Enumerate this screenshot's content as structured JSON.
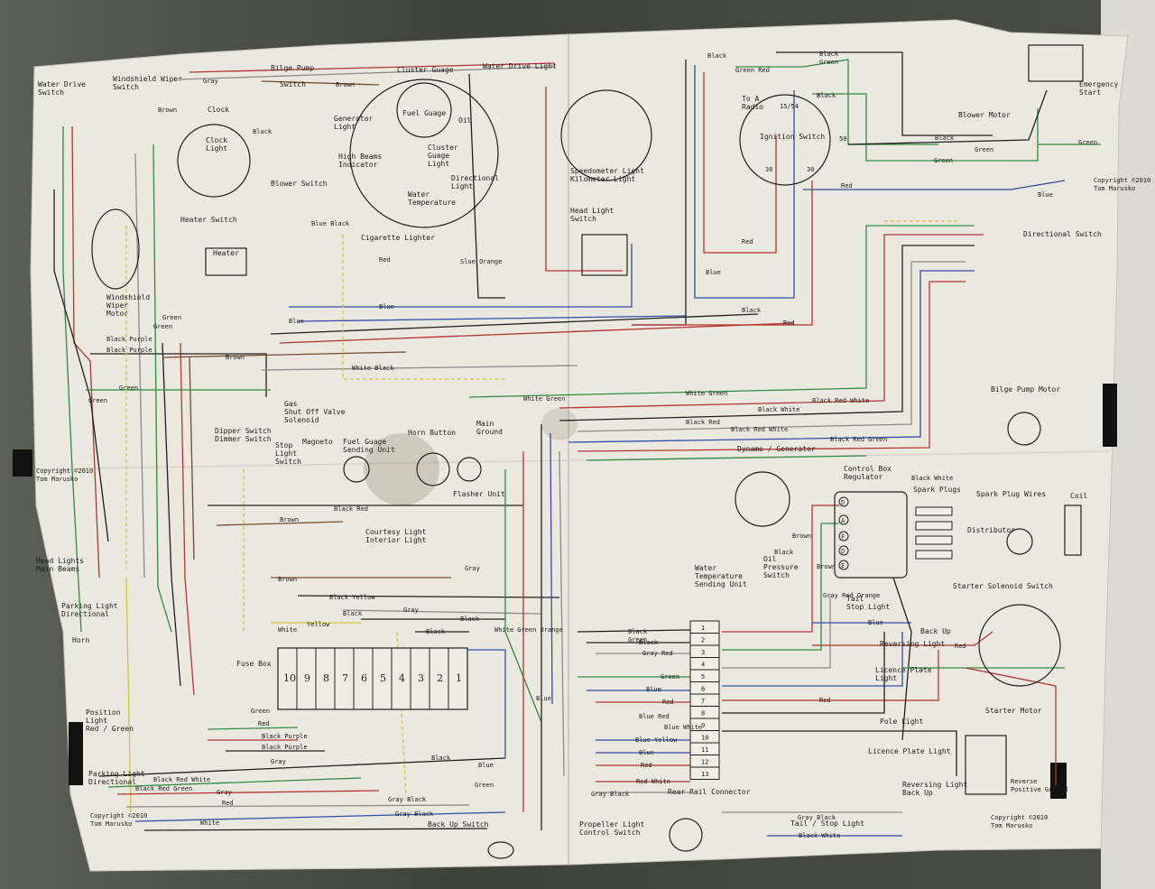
{
  "colors": {
    "red": "#b3362c",
    "green": "#2f8a3e",
    "blue": "#2f4fa8",
    "black": "#1f1f1f",
    "brown": "#7a4a2a",
    "yellow": "#d9c23a",
    "gray": "#8a8a8a",
    "paper": "#ebe8e0"
  },
  "copyright": {
    "top_right": "Copyright ©2010\nTom Marusko",
    "left": "Copyright ©2010\nTom Marusko",
    "bottom_left": "Copyright ©2010\nTom Marusko",
    "bottom_right": "Copyright ©2010\nTom Marusko"
  },
  "components": {
    "water_drive_switch": "Water Drive\nSwitch",
    "windshield_wiper_switch": "Windshield Wiper\nSwitch",
    "bilge_pump": "Bilge Pump",
    "cluster_guage": "Cluster Guage",
    "water_drive_light": "Water Drive Light",
    "clock": "Clock",
    "clock_light": "Clock\nLight",
    "generator_light": "Generator\nLight",
    "fuel_guage": "Fuel Guage",
    "oil": "Oil",
    "switch": "Switch",
    "high_beams_indicator": "High Beams\nIndicator",
    "cluster_guage_light": "Cluster\nGuage\nLight",
    "directional_light": "Directional\nLight",
    "water_temperature": "Water\nTemperature",
    "blower_switch": "Blower Switch",
    "heater_switch": "Heater Switch",
    "heater": "Heater",
    "cigarette_lighter": "Cigarette Lighter",
    "windshield_wiper_motor": "Windshield\nWiper\nMotor",
    "speedometer_light": "Speedometer Light\nKilometer Light",
    "head_light_switch": "Head Light\nSwitch",
    "to_a_radio": "To A\nRadio",
    "ignition_switch": "Ignition Switch",
    "blower_motor": "Blower Motor",
    "emergency_start": "Emergency\nStart",
    "directional_switch": "Directional Switch",
    "bilge_pump_motor": "Bilge Pump Motor",
    "gas_shut_off": "Gas\nShut Off Valve\nSolenoid",
    "magneto": "Magneto",
    "dipper_switch": "Dipper Switch\nDimmer Switch",
    "stop_light_switch": "Stop\nLight\nSwitch",
    "fuel_guage_sending": "Fuel Guage\nSending Unit",
    "horn_button": "Horn Button",
    "main_ground": "Main\nGround",
    "flasher_unit": "Flasher Unit",
    "courtesy_light": "Courtesy Light\nInterior Light",
    "dynamo_generator": "Dynamo / Generator",
    "control_box": "Control Box\nRegulator",
    "spark_plugs": "Spark Plugs",
    "spark_plug_wires": "Spark Plug Wires",
    "coil": "Coil",
    "distributor": "Distributor",
    "oil_pressure_switch": "Oil\nPressure\nSwitch",
    "water_temp_sending": "Water\nTemperature\nSending Unit",
    "starter_solenoid": "Starter Solenoid Switch",
    "tail_stop_light": "Tail\nStop Light",
    "back_up": "Back Up",
    "reversing_light": "Reversing Light",
    "licence_plate_light": "Licence Plate\nLight",
    "starter_motor": "Starter Motor",
    "pole_light": "Pole Light",
    "licence_plate_light_2": "Licence Plate Light",
    "reversing_light_back_up": "Reversing Light\nBack Up",
    "reverse_positive_ground": "Reverse\nPositive Ground",
    "head_lights_main_beams": "Head Lights\nMain Beams",
    "parking_light_directional": "Parking Light\nDirectional",
    "horn": "Horn",
    "position_light_red_green": "Position\nLight\nRed / Green",
    "parking_light_directional_2": "Parking Light\nDirectional",
    "fuse_box": "Fuse Box",
    "rear_rail_connector": "Rear Rail Connector",
    "propeller_light_switch": "Propeller Light\nControl Switch",
    "back_up_switch": "Back Up Switch",
    "tail_stop_light_bottom": "Tail / Stop Light"
  },
  "fuses": [
    "10",
    "9",
    "8",
    "7",
    "6",
    "5",
    "4",
    "3",
    "2",
    "1"
  ],
  "connector_pins": [
    "1",
    "2",
    "3",
    "4",
    "5",
    "6",
    "7",
    "8",
    "9",
    "10",
    "11",
    "12",
    "13"
  ],
  "ignition_terminals": [
    "15/54",
    "50",
    "30",
    "30"
  ],
  "control_box_terminals": [
    "D",
    "A",
    "F",
    "D",
    "E"
  ],
  "wire_labels": {
    "gray": "Gray",
    "brown": "Brown",
    "black": "Black",
    "green": "Green",
    "red": "Red",
    "blue": "Blue",
    "green_red": "Green Red",
    "black_green": "Black\nGreen",
    "white_black": "White Black",
    "white_green": "White Green",
    "black_red_white": "Black Red White",
    "black_white": "Black White",
    "black_red": "Black Red",
    "black_red_green": "Black Red Green",
    "black_purple": "Black Purple",
    "black_yellow": "Black Yellow",
    "yellow": "Yellow",
    "white": "White",
    "black_red_white_2": "Black Red White",
    "red_white": "Red White",
    "blue_yellow": "Blue Yellow",
    "gray_black": "Gray Black",
    "gray_red": "Gray Red",
    "gray_red_orange": "Gray Red Orange",
    "blue_black": "Blue Black",
    "white_green_orange": "White Green Orange",
    "slue_orange": "Slue Orange",
    "blue_white": "Blue White",
    "black_white_2": "Black White",
    "blue_red": "Blue Red"
  }
}
